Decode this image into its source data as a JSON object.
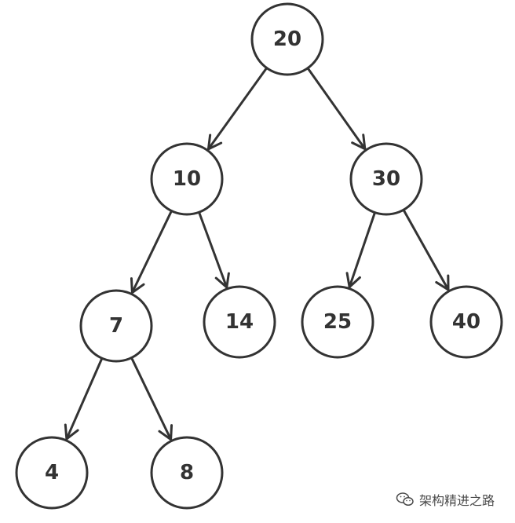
{
  "tree": {
    "nodes": [
      {
        "id": "n20",
        "label": "20"
      },
      {
        "id": "n10",
        "label": "10"
      },
      {
        "id": "n30",
        "label": "30"
      },
      {
        "id": "n7",
        "label": "7"
      },
      {
        "id": "n14",
        "label": "14"
      },
      {
        "id": "n25",
        "label": "25"
      },
      {
        "id": "n40",
        "label": "40"
      },
      {
        "id": "n4",
        "label": "4"
      },
      {
        "id": "n8",
        "label": "8"
      }
    ],
    "edges": [
      {
        "from": "n20",
        "to": "n10"
      },
      {
        "from": "n20",
        "to": "n30"
      },
      {
        "from": "n10",
        "to": "n7"
      },
      {
        "from": "n10",
        "to": "n14"
      },
      {
        "from": "n30",
        "to": "n25"
      },
      {
        "from": "n30",
        "to": "n40"
      },
      {
        "from": "n7",
        "to": "n4"
      },
      {
        "from": "n7",
        "to": "n8"
      }
    ]
  },
  "watermark": {
    "text": "架构精进之路",
    "icon": "wechat-icon"
  },
  "colors": {
    "stroke": "#333333",
    "background": "#ffffff"
  }
}
